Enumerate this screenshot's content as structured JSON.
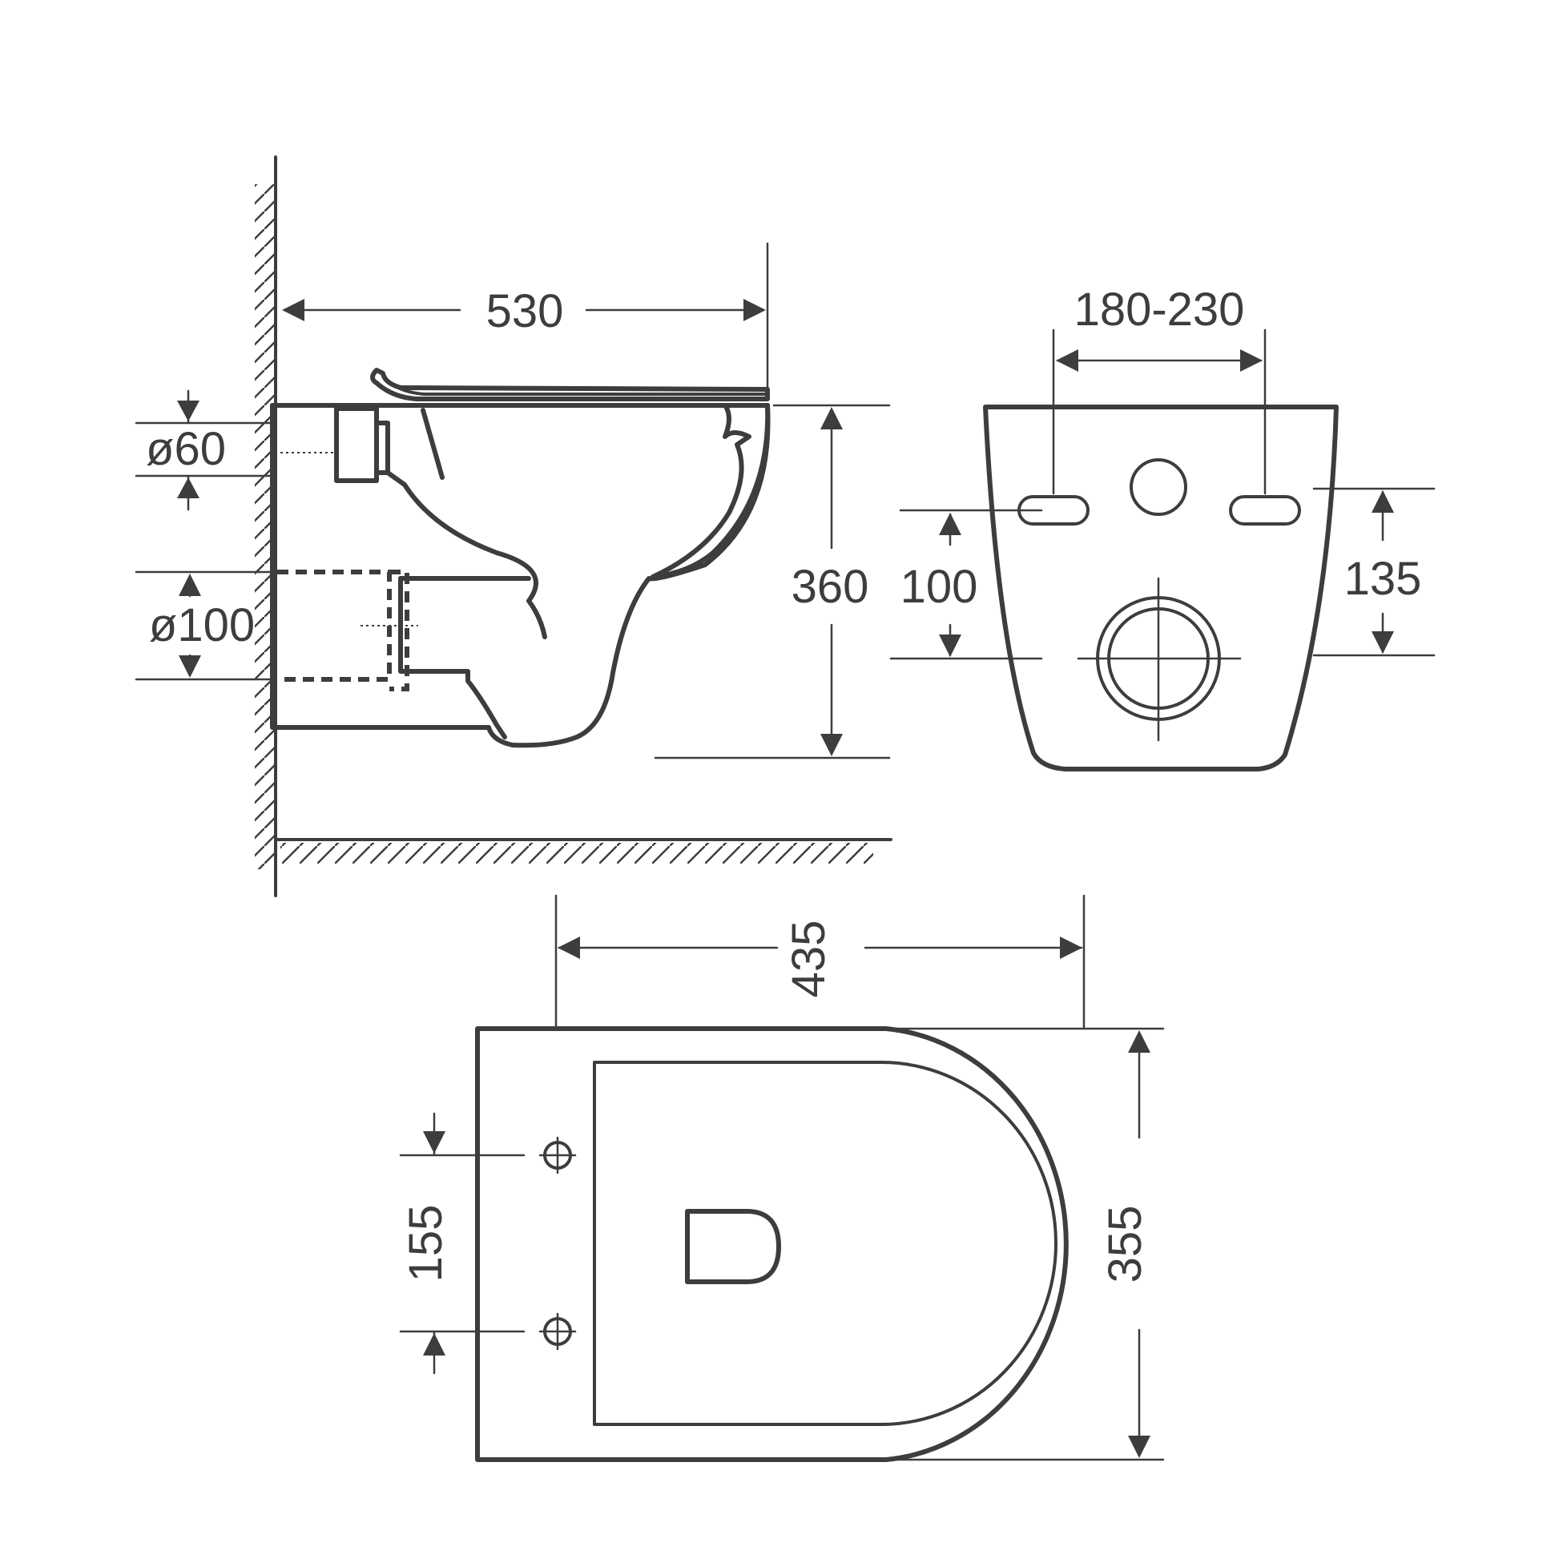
{
  "dimensions": {
    "side_view": {
      "width": "530",
      "height": "360",
      "inlet_diameter": "ø60",
      "outlet_diameter": "ø100"
    },
    "rear_view": {
      "mounting_spacing": "180-230",
      "bolt_to_outlet": "100",
      "inlet_to_outlet": "135"
    },
    "top_view": {
      "width": "435",
      "depth": "355",
      "seat_hole_spacing": "155"
    }
  },
  "colors": {
    "line": "#3d3d3d",
    "background": "#ffffff"
  }
}
